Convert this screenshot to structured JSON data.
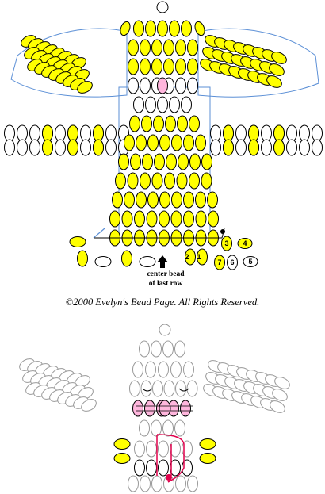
{
  "labels": {
    "center_bead_line1": "center bead",
    "center_bead_line2": "of last row",
    "copyright": "©2000 Evelyn's Bead Page. All Rights Reserved."
  },
  "step_numbers": [
    "1",
    "2",
    "3",
    "4",
    "5",
    "6",
    "7"
  ],
  "colors": {
    "yellow": "#ffff00",
    "pink": "#ffb6dd",
    "thread_blue": "#5b8fd6",
    "thread_red": "#e0004b",
    "outline": "#000000",
    "grey": "#999999"
  }
}
